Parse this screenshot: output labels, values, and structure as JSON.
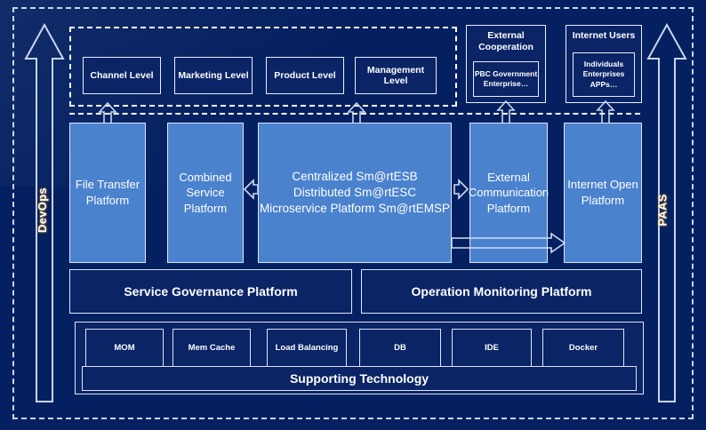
{
  "diagram": {
    "background_color": "#042060",
    "platform_color": "#4a82ce",
    "panel_color": "#0a2466",
    "border_color": "#dbe6f7"
  },
  "side_arrows": {
    "left": {
      "label": "DevOps",
      "icon": "up-arrow-icon"
    },
    "right": {
      "label": "PAAS",
      "icon": "up-arrow-icon"
    }
  },
  "levels": [
    {
      "label": "Channel Level"
    },
    {
      "label": "Marketing Level"
    },
    {
      "label": "Product Level"
    },
    {
      "label": "Management Level"
    }
  ],
  "external_cards": [
    {
      "title": "External Cooperation",
      "inner": "PBC Government Enterprise…"
    },
    {
      "title": "Internet Users",
      "inner": "Individuals Enterprises APPs…"
    }
  ],
  "platforms": [
    {
      "label": "File Transfer Platform"
    },
    {
      "label": "Combined Service Platform"
    },
    {
      "label": "Centralized Sm@rtESB\nDistributed Sm@rtESC\nMicroservice Platform Sm@rtEMSP"
    },
    {
      "label": "External Communication Platform"
    },
    {
      "label": "Internet Open Platform"
    }
  ],
  "management_row": [
    {
      "label": "Service Governance Platform"
    },
    {
      "label": "Operation Monitoring Platform"
    }
  ],
  "technologies": [
    {
      "label": "MOM"
    },
    {
      "label": "Mem Cache"
    },
    {
      "label": "Load Balancing"
    },
    {
      "label": "DB"
    },
    {
      "label": "IDE"
    },
    {
      "label": "Docker"
    }
  ],
  "supporting_bar": {
    "label": "Supporting Technology"
  }
}
